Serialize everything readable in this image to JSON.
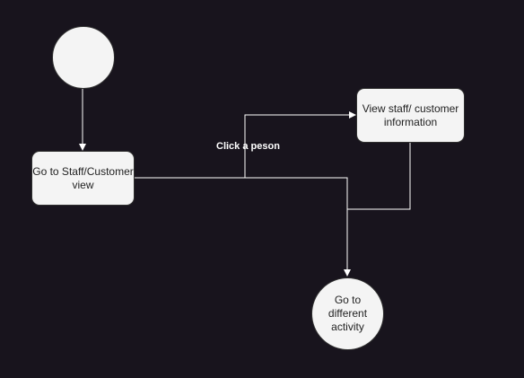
{
  "diagram": {
    "background": "#18141d",
    "node_fill": "#f4f4f4",
    "edge_color": "#ffffff",
    "nodes": {
      "start": {
        "shape": "circle",
        "label": ""
      },
      "go_to_view": {
        "shape": "rounded-rect",
        "label": "Go to Staff/Customer view"
      },
      "view_info": {
        "shape": "rounded-rect",
        "label": "View staff/ customer information"
      },
      "end": {
        "shape": "circle",
        "label": "Go to different activity"
      }
    },
    "edges": [
      {
        "from": "start",
        "to": "go_to_view",
        "label": ""
      },
      {
        "from": "go_to_view",
        "to": "view_info",
        "label": "Click a peson"
      },
      {
        "from": "go_to_view",
        "to": "end",
        "label": ""
      },
      {
        "from": "view_info",
        "to": "end",
        "label": ""
      }
    ]
  }
}
